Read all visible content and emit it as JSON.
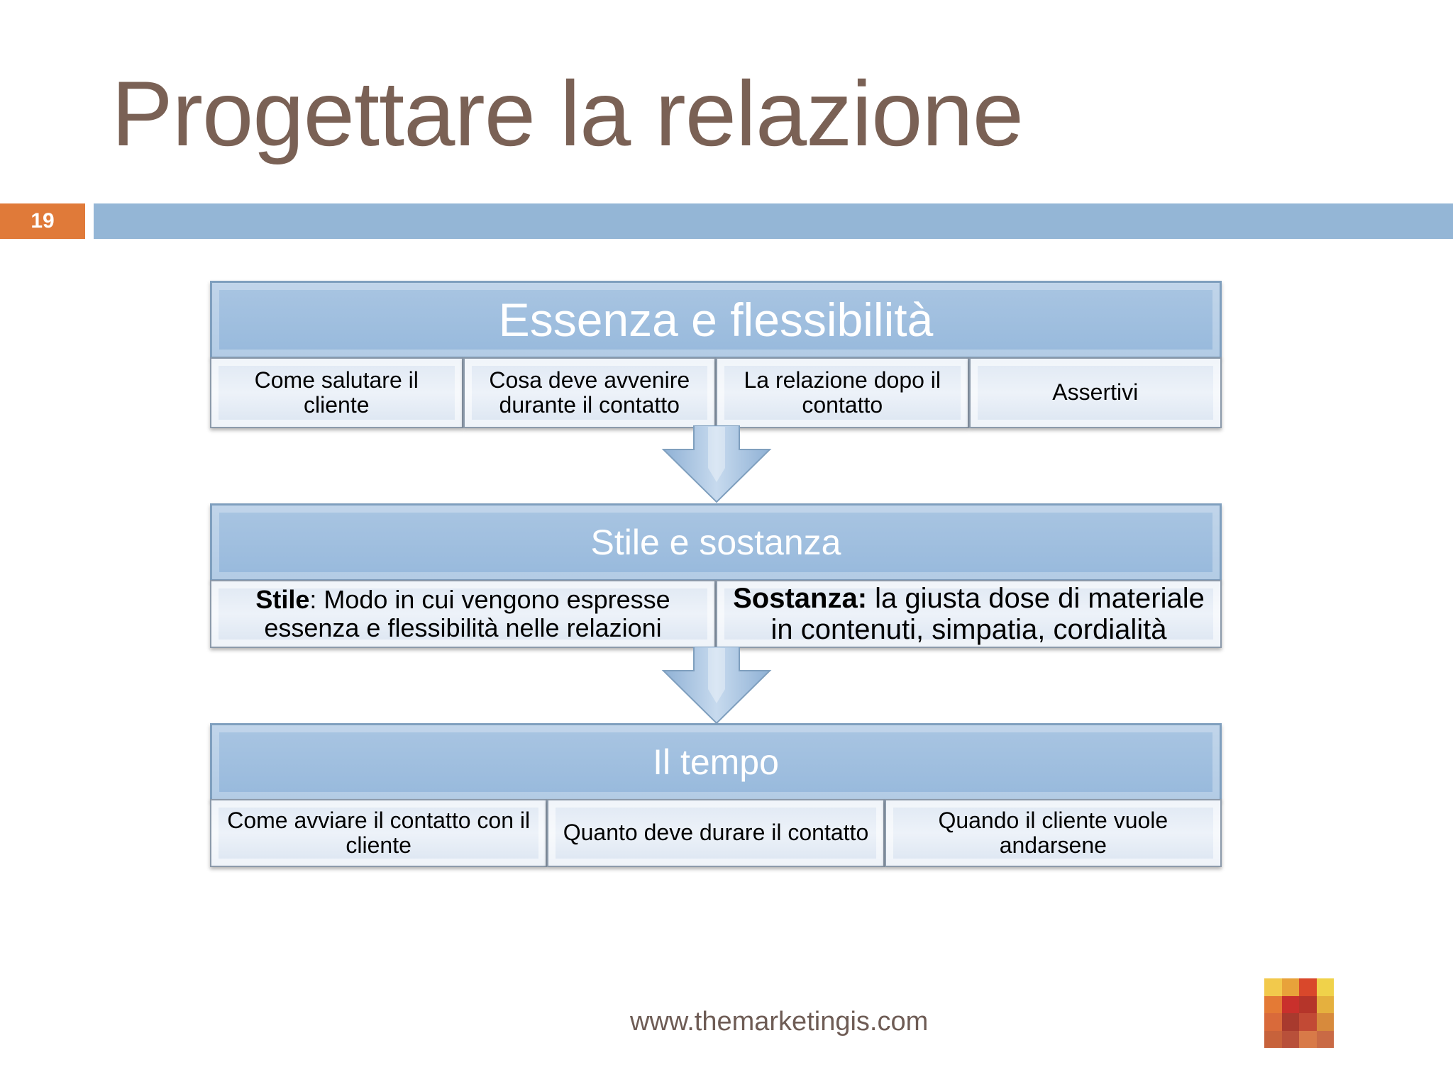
{
  "slide": {
    "title": "Progettare la relazione",
    "number": "19"
  },
  "diagram": {
    "level1": {
      "header": "Essenza e flessibilità",
      "items": [
        "Come salutare il cliente",
        "Cosa deve avvenire durante il contatto",
        "La relazione dopo il contatto",
        "Assertivi"
      ]
    },
    "level2": {
      "header": "Stile e sostanza",
      "items": [
        {
          "term": "Stile",
          "sep": ": ",
          "text": "Modo in cui vengono espresse essenza e flessibilità nelle relazioni"
        },
        {
          "term": "Sostanza:",
          "sep": " ",
          "text": "la giusta dose di materiale in contenuti, simpatia, cordialità"
        }
      ]
    },
    "level3": {
      "header": "Il tempo",
      "items": [
        "Come avviare il contatto con il cliente",
        "Quanto deve durare il contatto",
        "Quando il cliente vuole andarsene"
      ]
    }
  },
  "footer": {
    "url": "www.themarketingis.com"
  },
  "colors": {
    "title": "#7a6155",
    "accent_orange": "#e07a39",
    "bar_blue": "#94b6d6",
    "header_blue": "#9dbfe0"
  }
}
